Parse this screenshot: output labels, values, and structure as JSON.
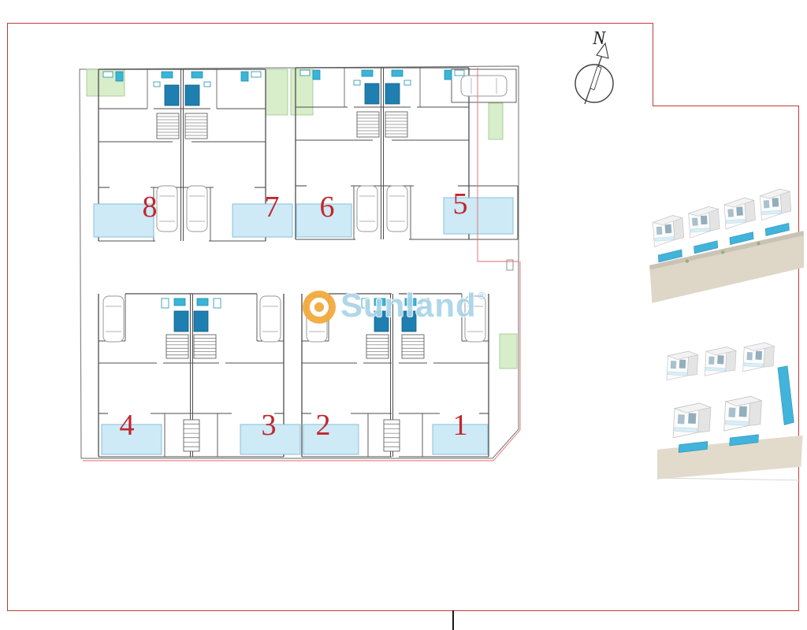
{
  "page": {
    "background_color": "#ffffff",
    "frame_color": "#bf3b3b"
  },
  "compass": {
    "label": "N"
  },
  "watermark": {
    "text": "Sunland",
    "registered": "®",
    "icon": "sun-logo-icon",
    "icon_color": "#f2a93b",
    "text_color": "#a9d4e8"
  },
  "plan": {
    "units": [
      {
        "number": "8"
      },
      {
        "number": "7"
      },
      {
        "number": "6"
      },
      {
        "number": "5"
      },
      {
        "number": "4"
      },
      {
        "number": "3"
      },
      {
        "number": "2"
      },
      {
        "number": "1"
      }
    ],
    "unit_number_color": "#c1272d",
    "pool_color": "#cdeaf6",
    "green_area_color": "#d8edc9",
    "boundary_line_color": "#e06a6a"
  },
  "icons": {
    "north_arrow": "north-arrow-icon",
    "sun_logo": "sun-logo-icon"
  }
}
